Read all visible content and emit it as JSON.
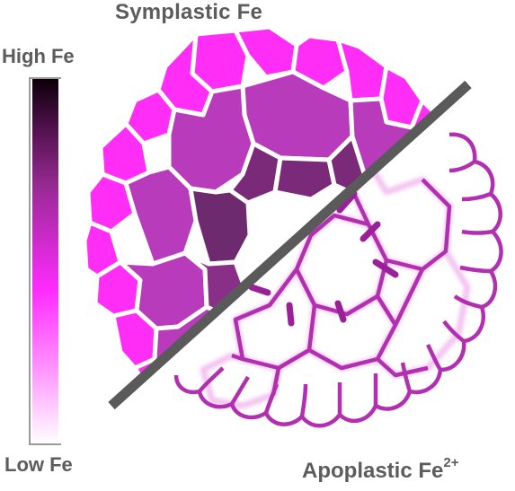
{
  "title": "Symplastic Fe",
  "legend": {
    "high_label": "High Fe",
    "low_label": "Low Fe",
    "gradient_colors": [
      "#0a0008",
      "#4a0f46",
      "#9a2a96",
      "#ff2bff",
      "#ff8cff",
      "#ffffff"
    ]
  },
  "apoplastic_label": {
    "text": "Apoplastic Fe",
    "superscript": "2+"
  },
  "colors": {
    "bright_magenta": "#ff2df6",
    "medium_purple": "#b83bbb",
    "dark_purple": "#7a2a78",
    "darker_purple": "#6e2a6e",
    "apoplast_wall": "#b22fb0",
    "divider": "#5a5a5a",
    "label_gray": "#5c5c5c"
  }
}
